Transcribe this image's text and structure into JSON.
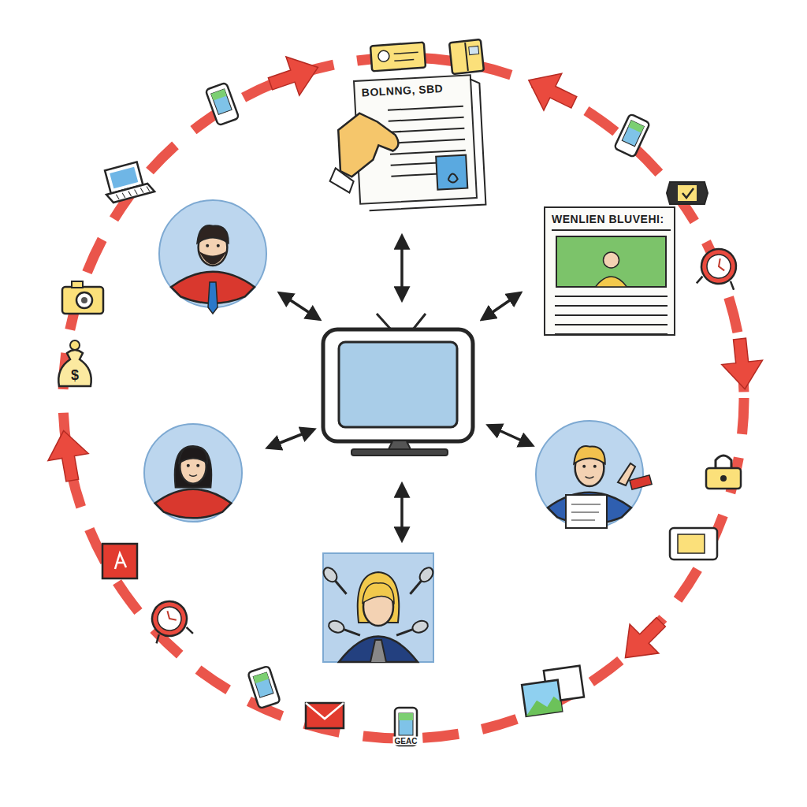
{
  "diagram": {
    "nodes": [
      {
        "text": [
          "BOLNNG, SBD"
        ]
      },
      {
        "text": [
          "WENLIEN BLUVEHI:"
        ]
      }
    ],
    "labels": [
      "GEAC",
      "$"
    ]
  }
}
